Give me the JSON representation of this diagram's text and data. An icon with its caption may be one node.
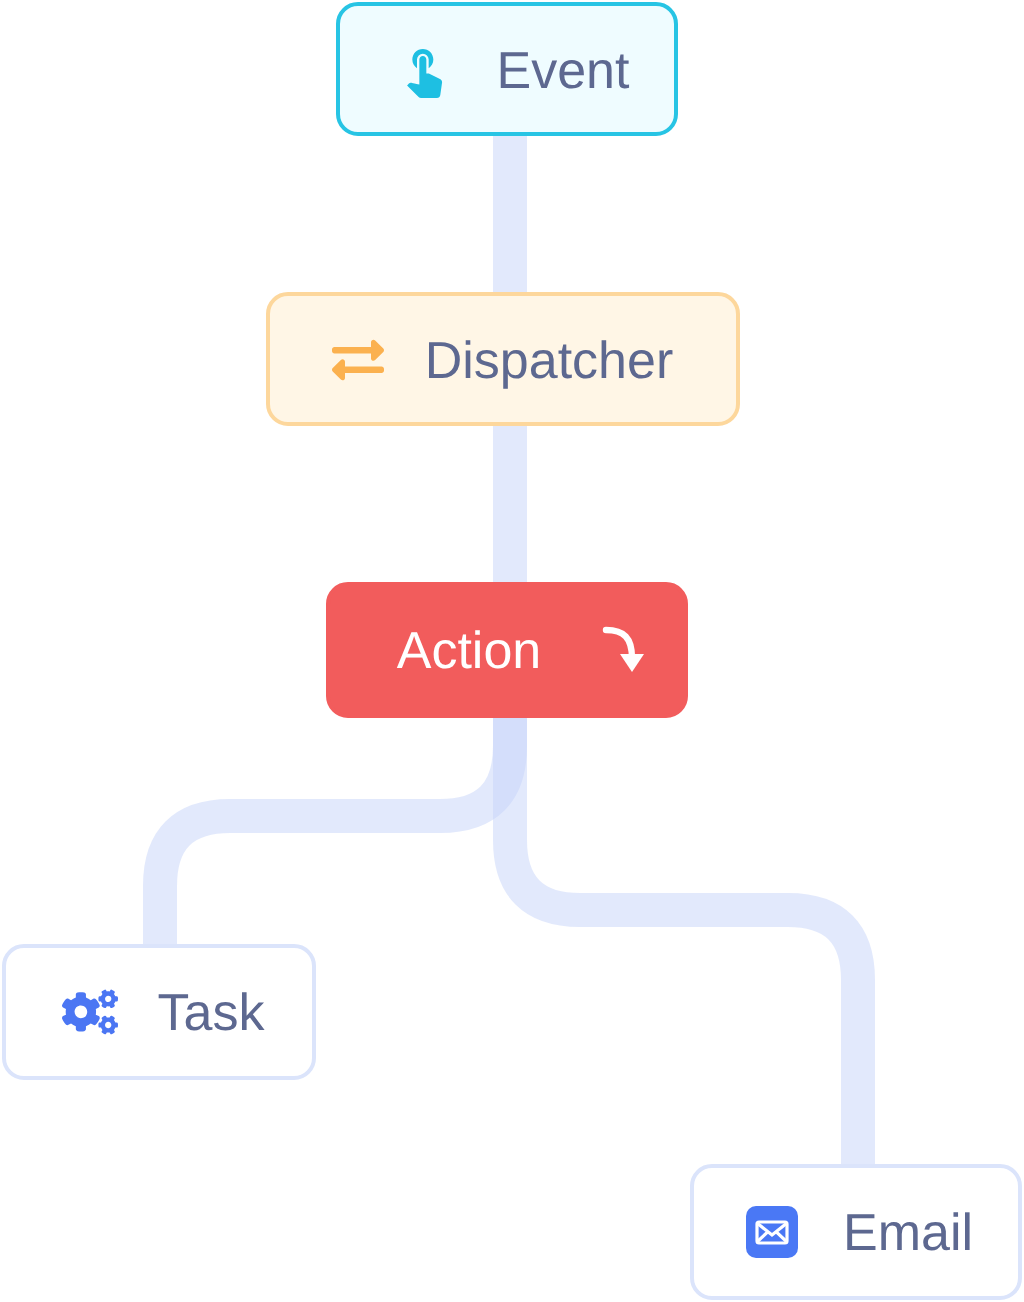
{
  "diagram": {
    "nodes": [
      {
        "text": [
          "Event"
        ]
      },
      {
        "text": [
          "Dispatcher"
        ]
      },
      {
        "text": [
          "Action"
        ]
      },
      {
        "text": [
          "Task"
        ]
      },
      {
        "text": [
          "Email"
        ]
      }
    ],
    "edges": [
      {
        "from": 0,
        "to": 1,
        "arrow": "none"
      },
      {
        "from": 1,
        "to": 2,
        "arrow": "none"
      },
      {
        "from": 2,
        "to": 3,
        "arrow": "none"
      },
      {
        "from": 2,
        "to": 4,
        "arrow": "none"
      }
    ]
  }
}
